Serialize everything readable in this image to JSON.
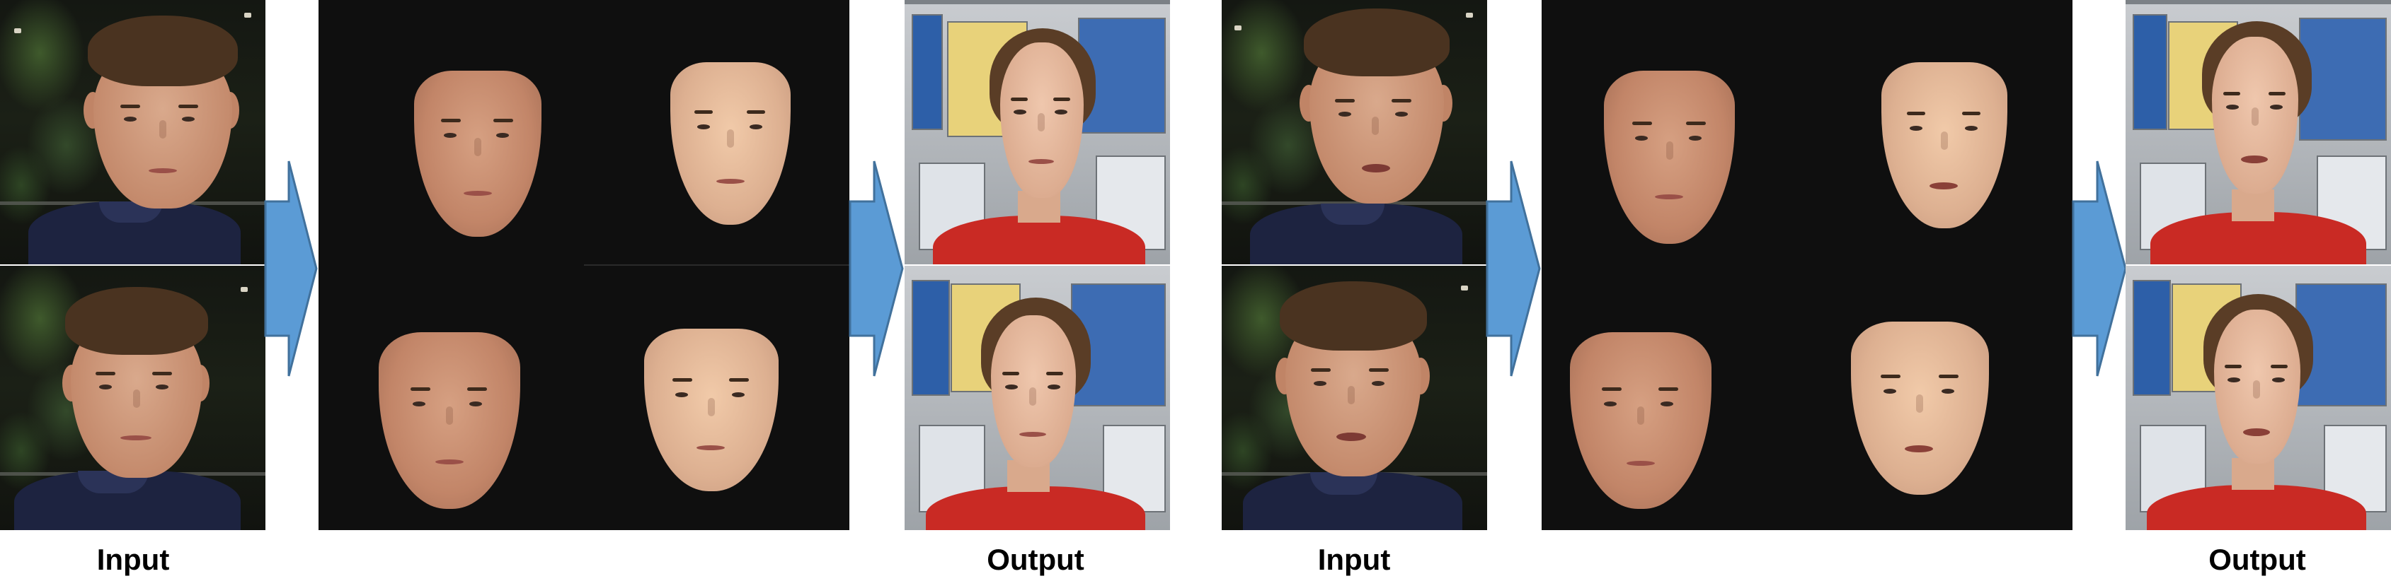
{
  "captions": {
    "left_input": "Input",
    "left_output": "Output",
    "right_input": "Input",
    "right_output": "Output"
  },
  "colors": {
    "arrow_fill": "#5b9bd5",
    "arrow_stroke": "#41719c",
    "composite_background": "#0f0f0f",
    "output_shirt": "#c92a24"
  },
  "figure": {
    "groups": 2,
    "rows_per_group": 2,
    "arrow_icon": "right-arrow-icon"
  }
}
